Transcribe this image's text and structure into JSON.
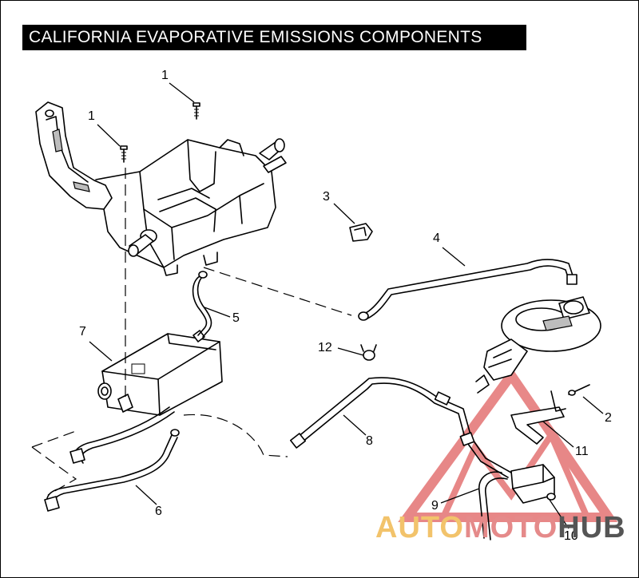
{
  "title": "CALIFORNIA  EVAPORATIVE EMISSIONS COMPONENTS",
  "callouts": {
    "c1a": "1",
    "c1b": "1",
    "c2": "2",
    "c3": "3",
    "c4": "4",
    "c5": "5",
    "c6": "6",
    "c7": "7",
    "c8": "8",
    "c9": "9",
    "c10": "10",
    "c11": "11",
    "c12": "12"
  },
  "watermark": {
    "part1": "AUTO",
    "part2": "MOTO",
    "part3": "HUB",
    "colors": {
      "auto": "#f2c36b",
      "moto": "#e58a8a",
      "hub": "#555555",
      "triangle": "#e06060"
    }
  }
}
